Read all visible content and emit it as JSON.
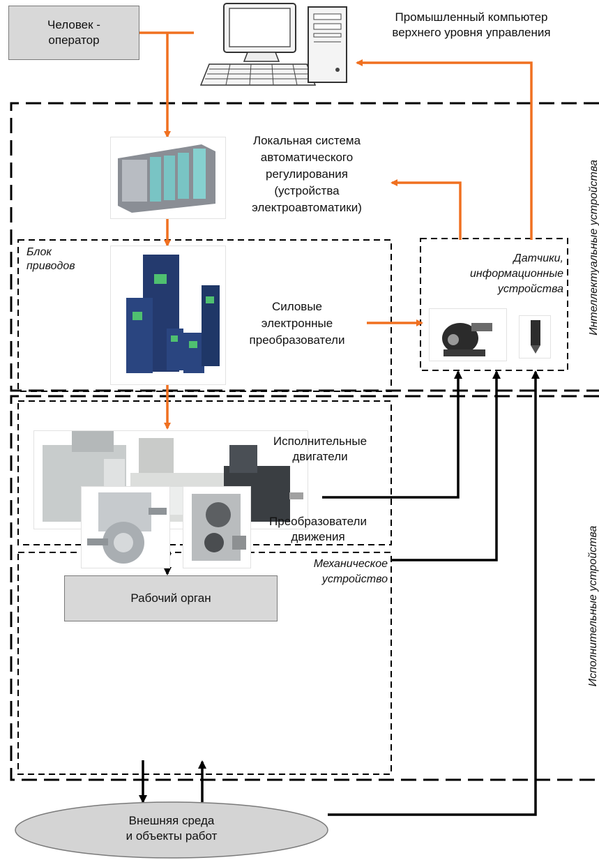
{
  "operator": {
    "line1": "Человек -",
    "line2": "оператор"
  },
  "computer": {
    "line1": "Промышленный компьютер",
    "line2": "верхнего уровня управления"
  },
  "local_system": {
    "lines": [
      "Локальная система",
      "автоматического",
      "регулирования",
      "(устройства",
      "электроавтоматики)"
    ]
  },
  "drive_block": {
    "line1": "Блок",
    "line2": "приводов"
  },
  "converters": {
    "lines": [
      "Силовые",
      "электронные",
      "преобразователи"
    ]
  },
  "sensors": {
    "lines": [
      "Датчики,",
      "информационные",
      "устройства"
    ]
  },
  "motors": {
    "line1": "Исполнительные",
    "line2": "двигатели"
  },
  "mechanical": {
    "line1": "Механическое",
    "line2": "устройство"
  },
  "motion_converters": {
    "line1": "Преобразователи",
    "line2": "движения"
  },
  "working_organ": {
    "label": "Рабочий орган"
  },
  "environment": {
    "line1": "Внешняя среда",
    "line2": "и объекты работ"
  },
  "side_labels": {
    "intelligent": "Интеллектуальные устройства",
    "executive": "Исполнительные устройства"
  },
  "colors": {
    "control_arrow": "#f07020",
    "signal_arrow": "#000000",
    "box_fill": "#d8d8d8"
  }
}
